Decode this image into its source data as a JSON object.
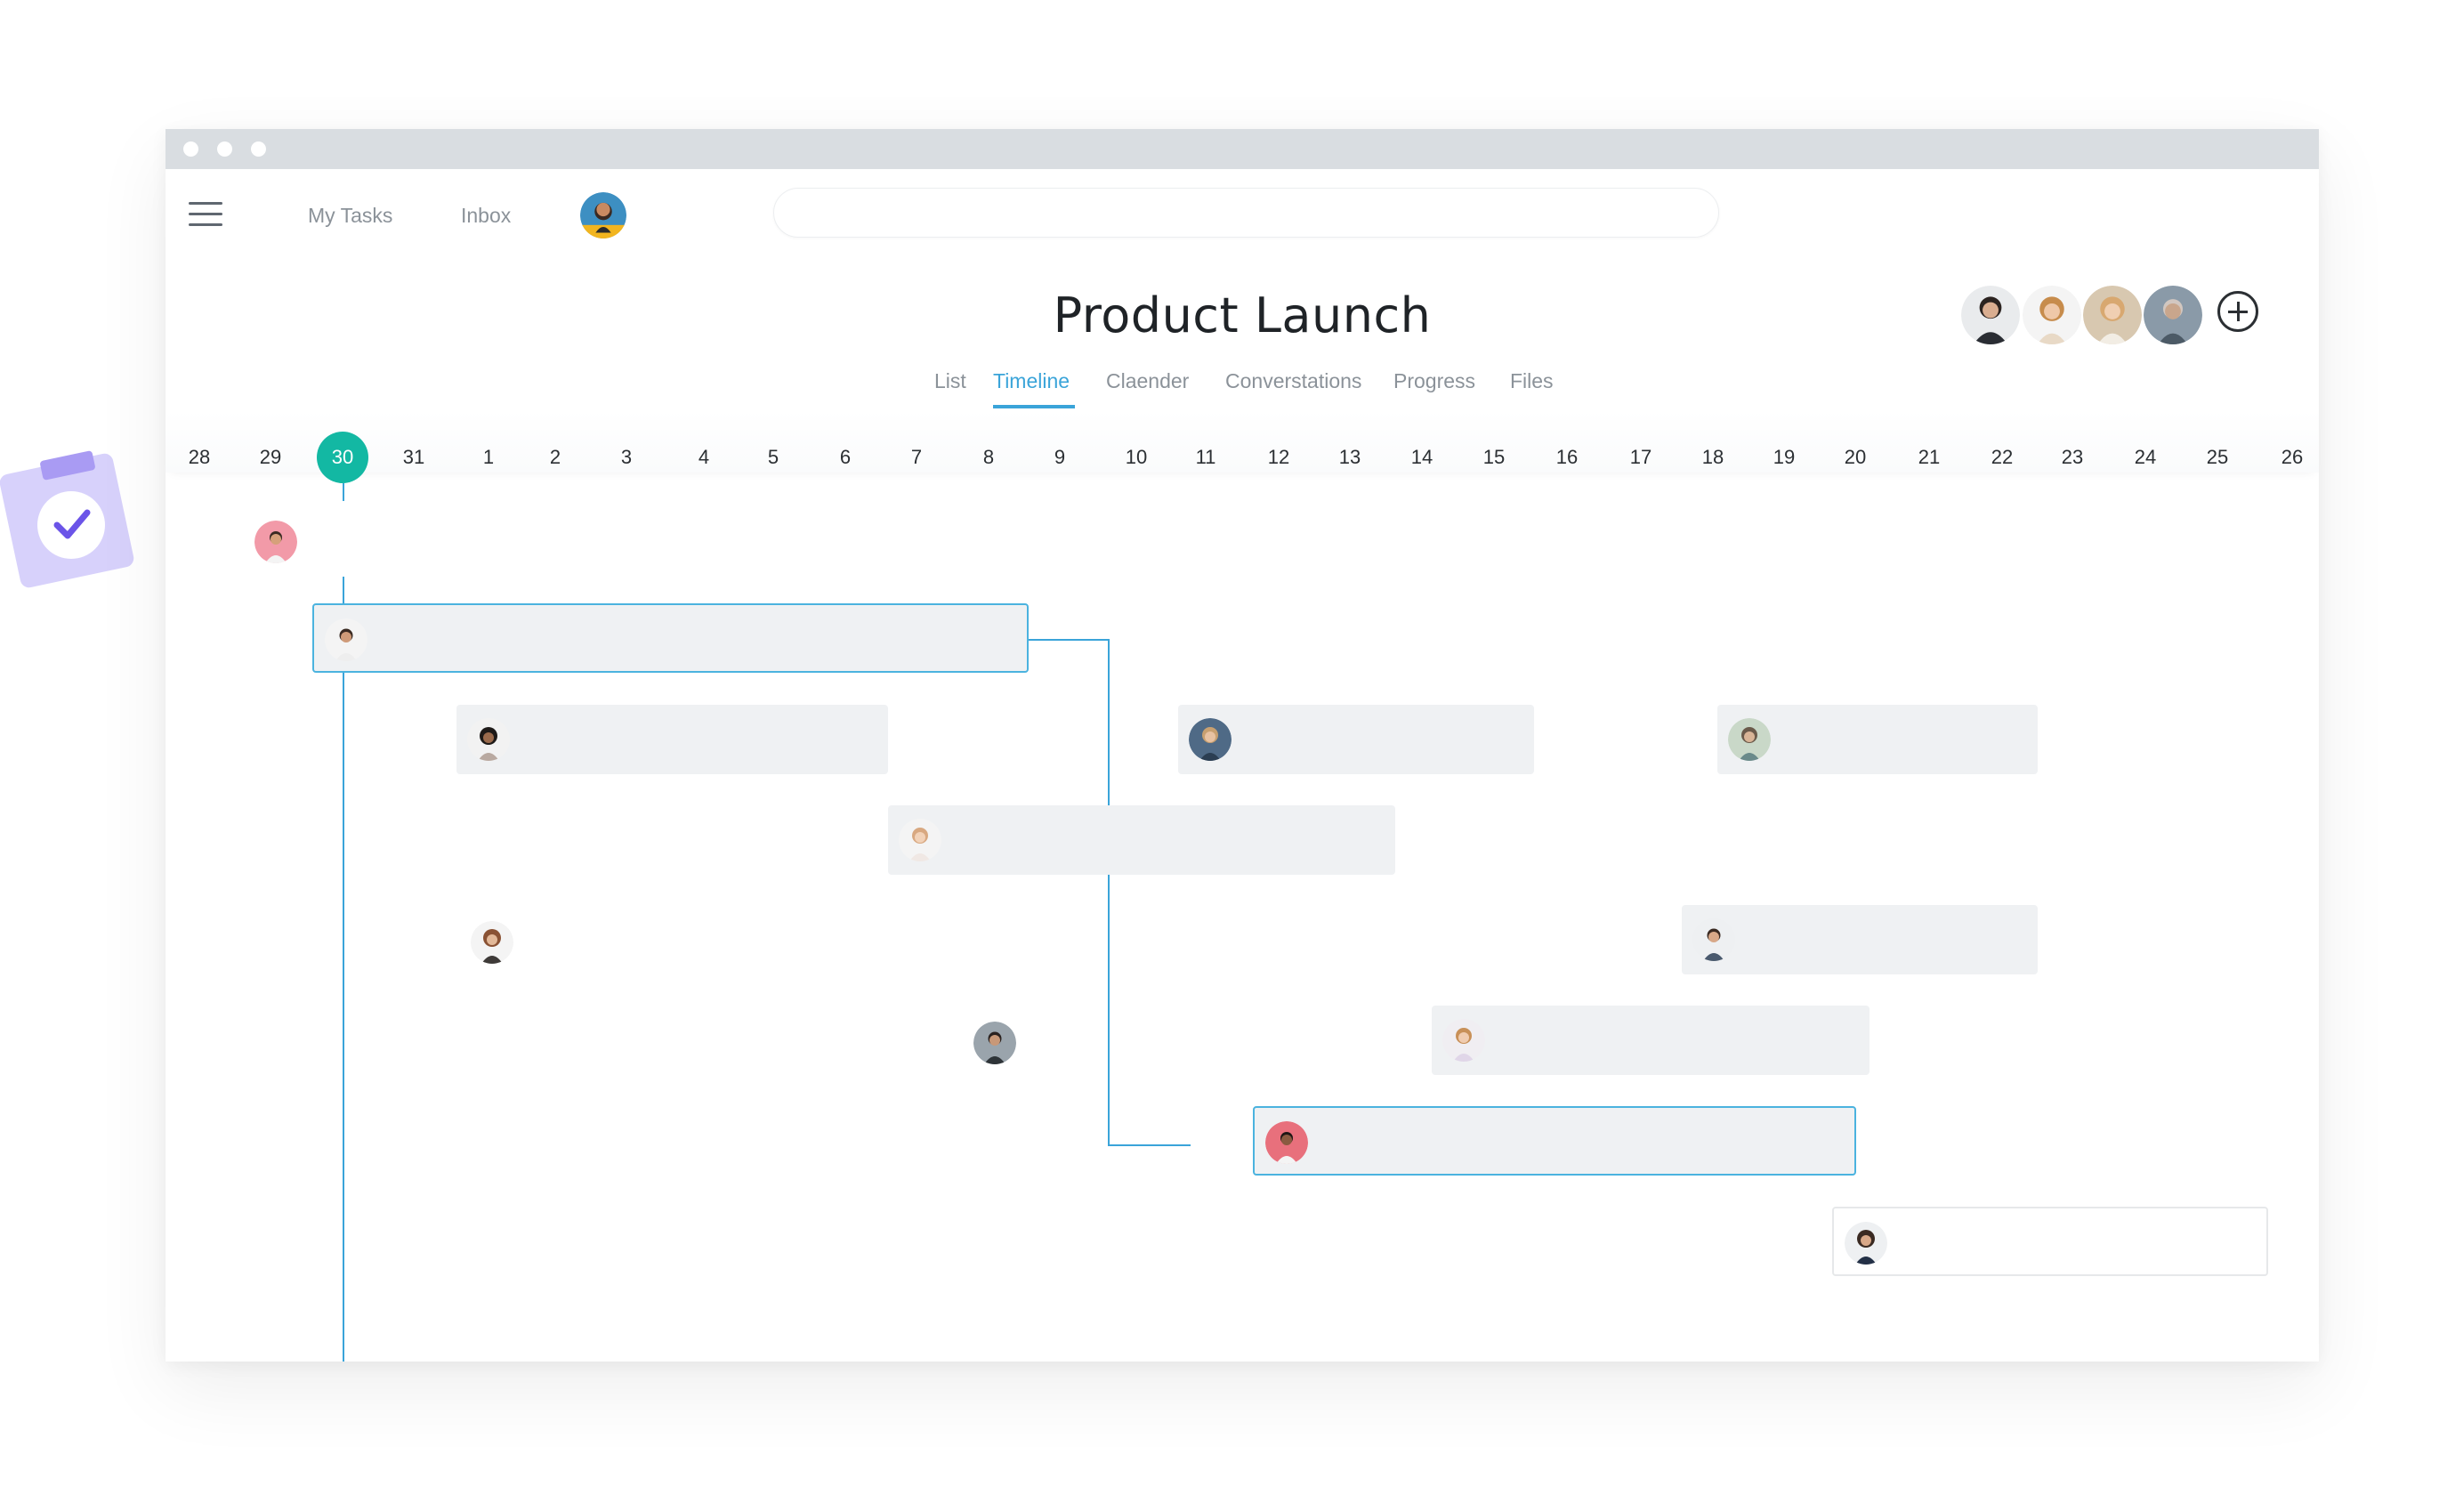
{
  "nav": {
    "my_tasks": "My Tasks",
    "inbox": "Inbox"
  },
  "search": {
    "placeholder": ""
  },
  "project": {
    "title": "Product Launch"
  },
  "tabs": [
    {
      "label": "List"
    },
    {
      "label": "Timeline",
      "active": true
    },
    {
      "label": "Claender"
    },
    {
      "label": "Converstations"
    },
    {
      "label": "Progress"
    },
    {
      "label": "Files"
    }
  ],
  "timeline": {
    "today": "30",
    "dates": [
      "28",
      "29",
      "30",
      "31",
      "1",
      "2",
      "3",
      "4",
      "5",
      "6",
      "7",
      "8",
      "9",
      "10",
      "11",
      "12",
      "13",
      "14",
      "15",
      "16",
      "17",
      "18",
      "19",
      "20",
      "21",
      "22",
      "23",
      "24",
      "25",
      "26"
    ]
  },
  "colors": {
    "accent": "#3aa4d9",
    "today": "#13b8a3",
    "bar": "#eff1f3"
  },
  "icons": {
    "menu": "hamburger-icon",
    "add": "plus-icon",
    "badge": "check-icon"
  }
}
